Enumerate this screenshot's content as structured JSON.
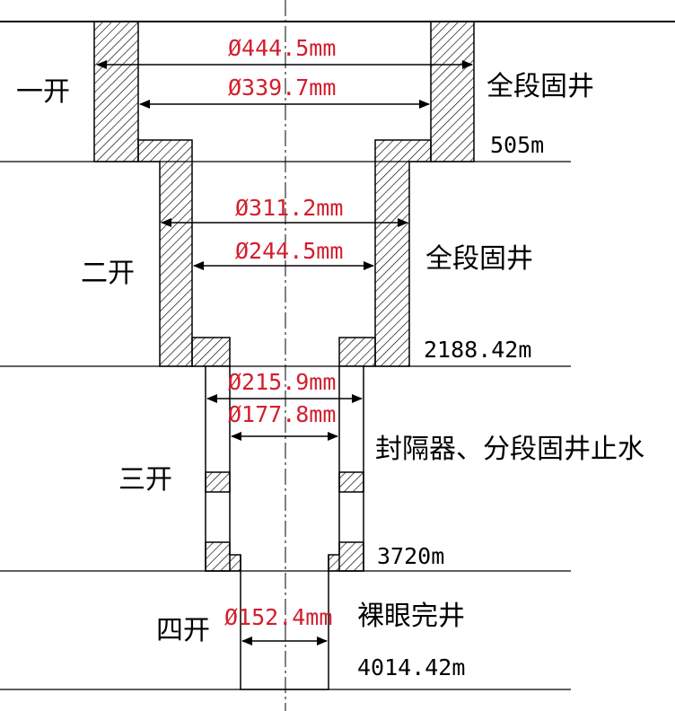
{
  "stages": [
    {
      "name": "一开",
      "completion": "全段固井",
      "depth": "505m"
    },
    {
      "name": "二开",
      "completion": "全段固井",
      "depth": "2188.42m"
    },
    {
      "name": "三开",
      "completion": "封隔器、分段固井止水",
      "depth": "3720m"
    },
    {
      "name": "四开",
      "completion": "裸眼完井",
      "depth": "4014.42m"
    }
  ],
  "diameters": {
    "d1_outer": "Ø444.5mm",
    "d1_inner": "Ø339.7mm",
    "d2_outer": "Ø311.2mm",
    "d2_inner": "Ø244.5mm",
    "d3_outer": "Ø215.9mm",
    "d3_inner": "Ø177.8mm",
    "d4": "Ø152.4mm"
  },
  "colors": {
    "dimension_text": "#d21e2d",
    "lines": "#000000"
  }
}
